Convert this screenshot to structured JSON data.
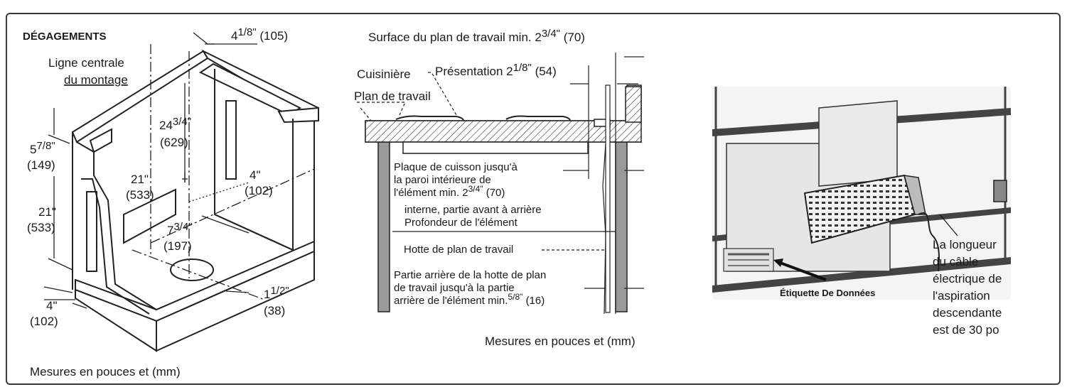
{
  "left": {
    "title": "DÉGAGEMENTS",
    "center_line": [
      "Ligne centrale",
      "du montage"
    ],
    "dim_top": {
      "whole": "4",
      "frac": "1/8\"",
      "mm": "(105)"
    },
    "dim_height_upper": {
      "whole": "24",
      "frac": "3/4\"",
      "mm": "(629)"
    },
    "dim_side_top": {
      "whole": "5",
      "frac": "7/8\"",
      "mm": "(149)"
    },
    "dim_21_inner": {
      "text": "21\"",
      "mm": "(533)"
    },
    "dim_4_right": {
      "text": "4\"",
      "mm": "(102)"
    },
    "dim_21_left": {
      "text": "21\"",
      "mm": "(533)"
    },
    "dim_7": {
      "whole": "7",
      "frac": "3/4\"",
      "mm": "(197)"
    },
    "dim_4_bottom": {
      "text": "4\"",
      "mm": "(102)"
    },
    "dim_1": {
      "whole": "1",
      "frac": "1/2\"",
      "mm": "(38)"
    },
    "caption": "Mesures en pouces et (mm)"
  },
  "middle": {
    "surface": {
      "text": "Surface du plan de travail min. 2",
      "frac": "3/4\"",
      "mm": "(70)"
    },
    "cuisiniere": "Cuisinière",
    "presentation": {
      "text": "Présentation 2",
      "frac": "1/8\"",
      "mm": "(54)"
    },
    "plan_de_travail": "Plan de travail",
    "plaque": [
      "Plaque de cuisson jusqu'à",
      "la paroi intérieure de",
      "l'élément min. 2"
    ],
    "plaque_frac": "3/4\"",
    "plaque_mm": "(70)",
    "profondeur": [
      "interne, partie avant à arrière",
      "Profondeur de l'élément"
    ],
    "hotte": "Hotte de plan de travail",
    "partie": [
      "Partie arrière de la hotte de plan",
      "de travail jusqu'à la partie",
      "arrière de l'élément min."
    ],
    "partie_frac": "5/8\"",
    "partie_mm": "(16)",
    "caption": "Mesures en pouces et (mm)"
  },
  "right": {
    "etiquette": "Étiquette De Données",
    "cable": [
      "La longueur",
      "du câble",
      "électrique de",
      "l'aspiration",
      "descendante",
      "est de 30 po"
    ]
  }
}
